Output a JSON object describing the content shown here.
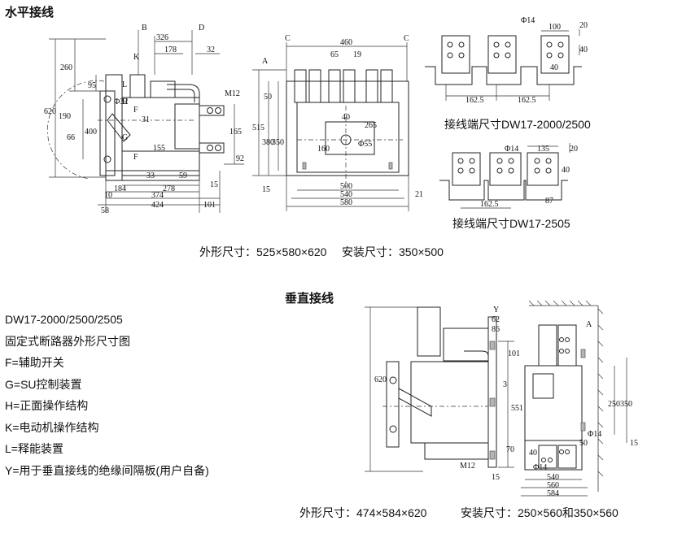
{
  "headings": {
    "horizontal": "水平接线",
    "vertical": "垂直接线"
  },
  "captions": {
    "terminal_2000_2500": "接线端尺寸DW17-2000/2500",
    "terminal_2505": "接线端尺寸DW17-2505",
    "h_overall": "外形尺寸：525×580×620",
    "h_install": "安装尺寸：350×500",
    "v_overall": "外形尺寸：474×584×620",
    "v_install": "安装尺寸：250×560和350×560"
  },
  "legend": [
    "DW17-2000/2500/2505",
    "固定式断路器外形尺寸图",
    "F=辅助开关",
    "G=SU控制装置",
    "H=正面操作结构",
    "K=电动机操作结构",
    "L=释能装置",
    "Y=用于垂直接线的绝缘间隔板(用户自备)"
  ],
  "dims": {
    "side_top": [
      "326",
      "178",
      "32"
    ],
    "side_letters": [
      "B",
      "D",
      "K",
      "L",
      "H",
      "F",
      "G",
      "F"
    ],
    "side_left": [
      "620",
      "260",
      "95",
      "190",
      "66",
      "400"
    ],
    "side_labels": [
      "Φ32",
      "31",
      "155",
      "M12",
      "165",
      "92"
    ],
    "side_bottom": [
      "33",
      "59",
      "15",
      "184",
      "278",
      "374",
      "424",
      "10",
      "58",
      "101"
    ],
    "front_top": [
      "C",
      "460",
      "C",
      "65",
      "19"
    ],
    "front_left": [
      "A",
      "50",
      "515",
      "380",
      "350",
      "15"
    ],
    "front_mid": [
      "40",
      "265",
      "Φ55",
      "160"
    ],
    "front_bottom": [
      "500",
      "540",
      "580",
      "21"
    ],
    "term1": [
      "Φ14",
      "100",
      "20",
      "40",
      "40",
      "162.5",
      "162.5"
    ],
    "term2": [
      "Φ14",
      "135",
      "20",
      "40",
      "162.5",
      "87"
    ],
    "vside_top": [
      "Y",
      "62",
      "86"
    ],
    "vside_right": [
      "101",
      "3",
      "551",
      "70",
      "15",
      "M12"
    ],
    "vside_left": [
      "620"
    ],
    "vfront": [
      "A",
      "250",
      "350",
      "Φ14",
      "50",
      "15",
      "40",
      "Φ14",
      "540",
      "560",
      "584"
    ]
  }
}
